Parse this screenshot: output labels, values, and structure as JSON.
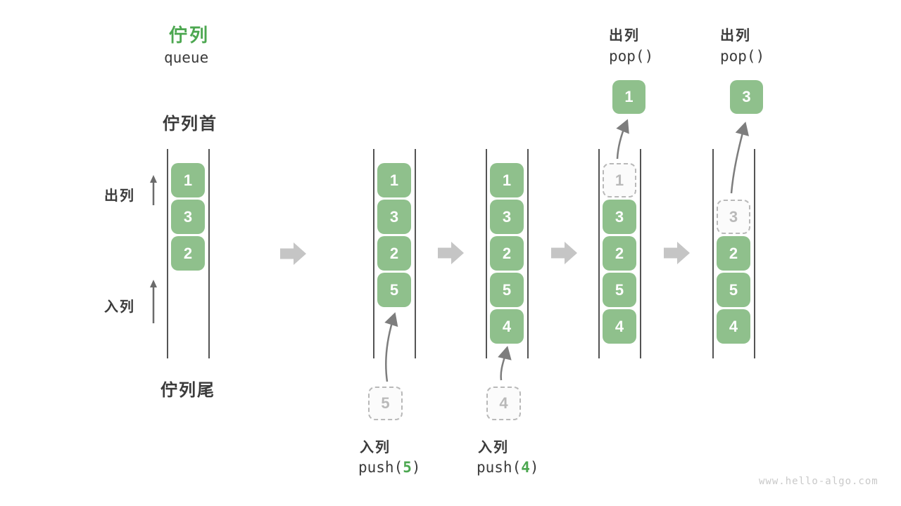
{
  "title": {
    "zh": "佇列",
    "en": "queue"
  },
  "labels": {
    "queue_front": "佇列首",
    "queue_tail": "佇列尾",
    "dequeue": "出列",
    "enqueue": "入列"
  },
  "columns": [
    {
      "cells": [
        {
          "v": "1",
          "type": "green"
        },
        {
          "v": "3",
          "type": "green"
        },
        {
          "v": "2",
          "type": "green"
        }
      ]
    },
    {
      "cells": [
        {
          "v": "1",
          "type": "green"
        },
        {
          "v": "3",
          "type": "green"
        },
        {
          "v": "2",
          "type": "green"
        },
        {
          "v": "5",
          "type": "green"
        }
      ]
    },
    {
      "cells": [
        {
          "v": "1",
          "type": "green"
        },
        {
          "v": "3",
          "type": "green"
        },
        {
          "v": "2",
          "type": "green"
        },
        {
          "v": "5",
          "type": "green"
        },
        {
          "v": "4",
          "type": "green"
        }
      ]
    },
    {
      "cells": [
        {
          "v": "1",
          "type": "dashed"
        },
        {
          "v": "3",
          "type": "green"
        },
        {
          "v": "2",
          "type": "green"
        },
        {
          "v": "5",
          "type": "green"
        },
        {
          "v": "4",
          "type": "green"
        }
      ]
    },
    {
      "cells": [
        {
          "v": "3",
          "type": "dashed"
        },
        {
          "v": "2",
          "type": "green"
        },
        {
          "v": "5",
          "type": "green"
        },
        {
          "v": "4",
          "type": "green"
        }
      ]
    }
  ],
  "operations": {
    "push5": {
      "label": "入列",
      "code_open": "push(",
      "arg": "5",
      "code_close": ")"
    },
    "push4": {
      "label": "入列",
      "code_open": "push(",
      "arg": "4",
      "code_close": ")"
    },
    "pop1": {
      "label": "出列",
      "code": "pop()",
      "result": "1"
    },
    "pop2": {
      "label": "出列",
      "code": "pop()",
      "result": "3"
    }
  },
  "icons": {
    "block_arrow": "➡",
    "up_arrow": "↑",
    "curved_arrow": "↗"
  },
  "watermark": "www.hello-algo.com",
  "colors": {
    "box_green": "#8FC08C",
    "accent_green": "#4CA750",
    "text_dark": "#3B3B3B",
    "dashed_gray": "#B9B9B9",
    "line_gray": "#545454",
    "arrow_gray": "#C5C5C5",
    "curve_gray": "#7D7D7D",
    "watermark_gray": "#C9C9C9"
  }
}
